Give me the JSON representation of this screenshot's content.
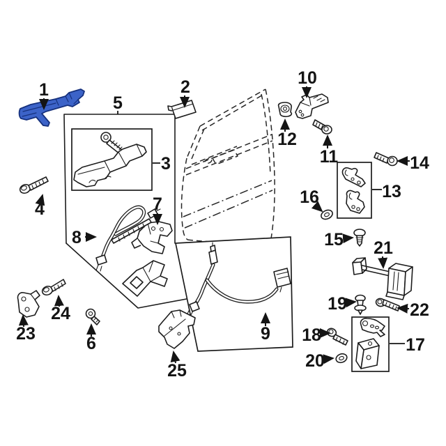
{
  "diagram": {
    "kind": "exploded-parts-diagram",
    "background": "#ffffff",
    "line_color": "#1c1c1c",
    "highlight_fill": "#3c63c8",
    "highlight_stroke": "#16317d",
    "callouts": [
      {
        "n": "1"
      },
      {
        "n": "2"
      },
      {
        "n": "3"
      },
      {
        "n": "4"
      },
      {
        "n": "5"
      },
      {
        "n": "6"
      },
      {
        "n": "7"
      },
      {
        "n": "8"
      },
      {
        "n": "9"
      },
      {
        "n": "10"
      },
      {
        "n": "11"
      },
      {
        "n": "12"
      },
      {
        "n": "13"
      },
      {
        "n": "14"
      },
      {
        "n": "15"
      },
      {
        "n": "16"
      },
      {
        "n": "17"
      },
      {
        "n": "18"
      },
      {
        "n": "19"
      },
      {
        "n": "20"
      },
      {
        "n": "21"
      },
      {
        "n": "22"
      },
      {
        "n": "23"
      },
      {
        "n": "24"
      },
      {
        "n": "25"
      }
    ]
  }
}
